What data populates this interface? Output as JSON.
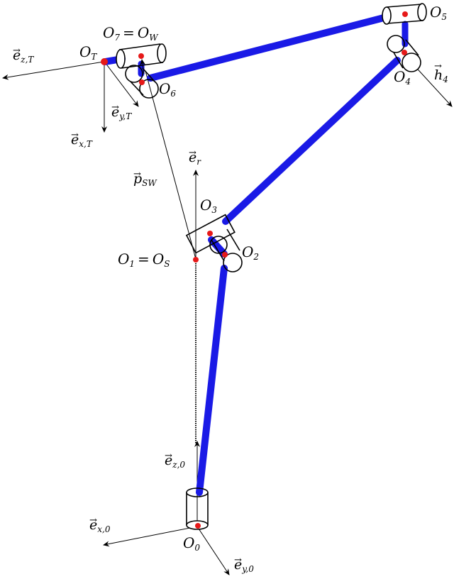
{
  "diagram": {
    "type": "robot-kinematic-chain",
    "colors": {
      "link": "#1a1ae6",
      "joint_point": "#e61919",
      "outline": "#000000"
    },
    "frames": {
      "O0": {
        "main": "O",
        "sub": "0"
      },
      "O1": {
        "main": "O",
        "sub": "1",
        "eq": "=",
        "main2": "O",
        "sub2": "S"
      },
      "O2": {
        "main": "O",
        "sub": "2"
      },
      "O3": {
        "main": "O",
        "sub": "3"
      },
      "O4": {
        "main": "O",
        "sub": "4"
      },
      "O5": {
        "main": "O",
        "sub": "5"
      },
      "O6": {
        "main": "O",
        "sub": "6"
      },
      "O7": {
        "main": "O",
        "sub": "7",
        "eq": "=",
        "main2": "O",
        "sub2": "W"
      },
      "OT": {
        "main": "O",
        "sub": "T"
      }
    },
    "vectors": {
      "ez0": {
        "main": "e",
        "sub": "z,0"
      },
      "ex0": {
        "main": "e",
        "sub": "x,0"
      },
      "ey0": {
        "main": "e",
        "sub": "y,0"
      },
      "er": {
        "main": "e",
        "sub": "r"
      },
      "psw": {
        "main": "p",
        "sub": "SW"
      },
      "h4": {
        "main": "h",
        "sub": "4"
      },
      "ezT": {
        "main": "e",
        "sub": "z,T"
      },
      "eyT": {
        "main": "e",
        "sub": "y,T"
      },
      "exT": {
        "main": "e",
        "sub": "x,T"
      }
    },
    "arrow_glyph": "→"
  }
}
